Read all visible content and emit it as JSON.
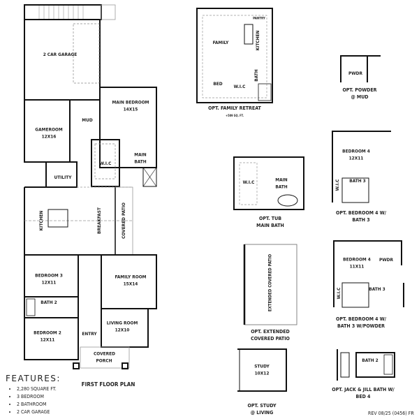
{
  "plan_title": "FIRST FLOOR PLAN",
  "features": {
    "heading": "FEATURES:",
    "items": [
      "2,280 SQUARE FT.",
      "3 BEDROOM",
      "2 BATHROOM",
      "2 CAR GARAGE"
    ]
  },
  "rooms": {
    "garage": "2 CAR GARAGE",
    "main_bedroom": "MAIN BEDROOM",
    "main_bedroom_size": "14X15",
    "mud": "MUD",
    "gameroom": "GAMEROOM",
    "gameroom_size": "12X16",
    "wic": "W.I.C",
    "main_bath": "MAIN BATH",
    "utility": "UTILITY",
    "kitchen": "KITCHEN",
    "breakfast": "BREAKFAST",
    "covered_patio": "COVERED PATIO",
    "bedroom3": "BEDROOM 3",
    "bedroom3_size": "12X11",
    "bath2": "BATH 2",
    "bedroom2": "BEDROOM 2",
    "bedroom2_size": "12X11",
    "family_room": "FAMILY ROOM",
    "family_room_size": "15X14",
    "living_room": "LIVING ROOM",
    "living_room_size": "12X10",
    "entry": "ENTRY",
    "covered_porch": "COVERED PORCH"
  },
  "options": {
    "family_retreat": {
      "family": "FAMILY",
      "kitchen": "KITCHEN",
      "pantry": "PANTRY",
      "bath": "BATH",
      "bed": "BED",
      "wic": "W.I.C",
      "caption": "OPT. FAMILY RETREAT",
      "sqft": "+509 SQ. FT."
    },
    "powder": {
      "pwdr": "PWDR",
      "caption1": "OPT. POWDER",
      "caption2": "@ MUD"
    },
    "bedroom4_bath3": {
      "bedroom": "BEDROOM 4",
      "size": "12X11",
      "wlc": "W.I.C",
      "bath": "BATH 3",
      "caption1": "OPT. BEDROOM 4 W/",
      "caption2": "BATH 3"
    },
    "tub": {
      "wic": "W.I.C",
      "main_bath": "MAIN BATH",
      "caption1": "OPT. TUB",
      "caption2": "MAIN BATH"
    },
    "extended_patio": {
      "label": "EXTENDED COVERED PATIO",
      "caption1": "OPT. EXTENDED",
      "caption2": "COVERED PATIO"
    },
    "bedroom4_powder": {
      "bedroom": "BEDROOM 4",
      "size": "11X11",
      "pwdr": "PWDR",
      "wic": "W.I.C",
      "bath": "BATH 3",
      "caption1": "OPT. BEDROOM 4 W/",
      "caption2": "BATH 3 W/POWDER"
    },
    "jack_jill": {
      "bath": "BATH 2",
      "caption1": "OPT. JACK & JILL BATH W/",
      "caption2": "BED 4"
    },
    "study": {
      "label": "STUDY",
      "size": "10X12",
      "caption1": "OPT. STUDY",
      "caption2": "@ LIVING"
    }
  },
  "revision": "REV 08/25 (0456) FR"
}
